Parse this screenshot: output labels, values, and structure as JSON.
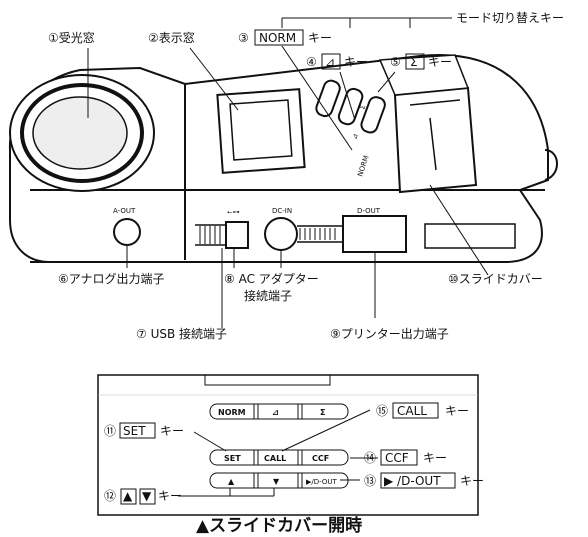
{
  "labels": {
    "mode_switch_key": "モード切り替えキー",
    "receptor_window": "①受光窓",
    "display_window": "②表示窓",
    "norm_key_num": "③",
    "norm_key_box": "NORM",
    "norm_key_suffix": "キー",
    "delta_key_num": "④",
    "delta_key_box": "⊿",
    "delta_key_suffix": "キー",
    "sigma_key_num": "⑤",
    "sigma_key_box": "Σ",
    "sigma_key_suffix": "キー",
    "analog_output": "⑥アナログ出力端子",
    "usb_terminal": "⑦ USB 接続端子",
    "ac_adapter_line1": "⑧ AC アダプター",
    "ac_adapter_line2": "接続端子",
    "printer_output": "⑨プリンター出力端子",
    "slide_cover": "⑩スライドカバー",
    "set_key_num": "⑪",
    "set_key_box": "SET",
    "set_key_suffix": "キー",
    "arrow_key_num": "⑫",
    "arrow_key_suffix": "キー",
    "up_arrow": "▲",
    "down_arrow": "▼",
    "dout_key_num": "⑬",
    "dout_key_box": "▶ /D-OUT",
    "dout_key_suffix": "キー",
    "ccf_key_num": "⑭",
    "ccf_key_box": "CCF",
    "ccf_key_suffix": "キー",
    "call_key_num": "⑮",
    "call_key_box": "CALL",
    "call_key_suffix": "キー"
  },
  "device_markings": {
    "a_out": "A-OUT",
    "dc_in": "DC-IN",
    "d_out": "D-OUT",
    "usb_symbol": "⭠⊶",
    "norm": "NORM",
    "delta": "⊿",
    "sigma": "Σ"
  },
  "panel_keys": {
    "norm": "NORM",
    "delta": "⊿",
    "sigma": "Σ",
    "set": "SET",
    "call": "CALL",
    "ccf": "CCF",
    "up": "▲",
    "down": "▼",
    "dout": "▶/D-OUT"
  },
  "caption": "▲スライドカバー開時"
}
